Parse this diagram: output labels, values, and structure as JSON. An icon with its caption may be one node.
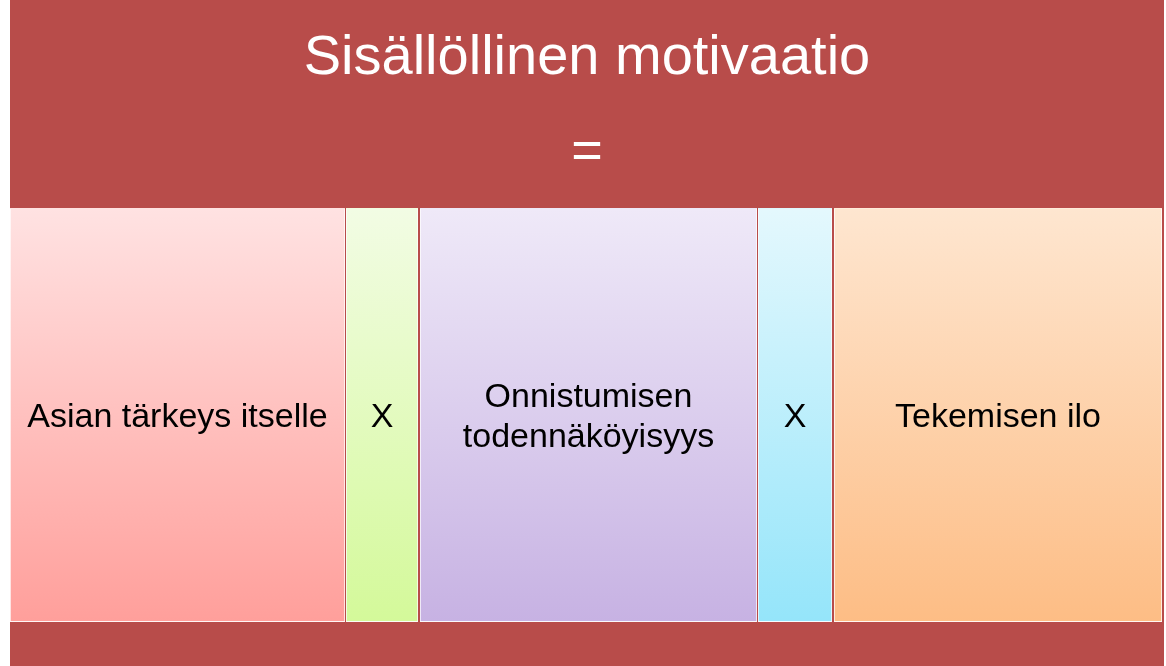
{
  "diagram": {
    "nodes": [
      {
        "text": [
          "Sisällöllinen motivaatio",
          "="
        ]
      },
      {
        "text": [
          "Asian tärkeys itselle"
        ],
        "in": 0
      },
      {
        "text": [
          "X"
        ],
        "in": 0
      },
      {
        "text": [
          "Onnistumisen todennäköyisyys"
        ],
        "in": 0
      },
      {
        "text": [
          "X"
        ],
        "in": 0
      },
      {
        "text": [
          "Tekemisen ilo"
        ],
        "in": 0
      }
    ]
  }
}
